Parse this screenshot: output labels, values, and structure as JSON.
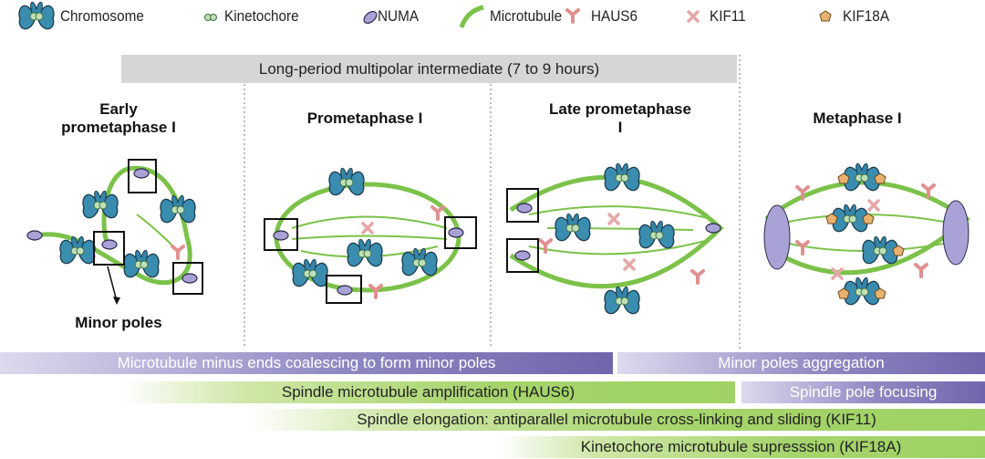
{
  "legend": [
    {
      "icon": "chromosome-icon",
      "label": "Chromosome"
    },
    {
      "icon": "kinetochore-icon",
      "label": "Kinetochore"
    },
    {
      "icon": "numa-icon",
      "label": "NUMA"
    },
    {
      "icon": "microtubule-icon",
      "label": "Microtubule"
    },
    {
      "icon": "haus6-icon",
      "label": "HAUS6"
    },
    {
      "icon": "kif11-icon",
      "label": "KIF11"
    },
    {
      "icon": "kif18a-icon",
      "label": "KIF18A"
    }
  ],
  "phase_bar": "Long-period multipolar intermediate (7 to 9 hours)",
  "stages": [
    "Early prometaphase I",
    "Prometaphase I",
    "Late prometaphase I",
    "Metaphase I"
  ],
  "annotation": "Minor poles",
  "process_bars": [
    "Microtubule minus ends coalescing to form minor poles",
    "Minor poles aggregation",
    "Spindle microtubule amplification  (HAUS6)",
    "Spindle pole focusing",
    "Spindle elongation: antiparallel microtubule cross-linking and sliding (KIF11)",
    "Kinetochore microtubule supresssion  (KIF18A)"
  ],
  "colors": {
    "chromosome": "#3b8db0",
    "kinetochore": "#bfe0b6",
    "numa": "#a9a2d6",
    "microtubule": "#7cc24a",
    "haus6": "#f0a8a8",
    "kif11": "#f3c2c2",
    "kif18a": "#e8b26e",
    "purple_bar": "#6f66ac",
    "green_bar": "#a6d46c"
  }
}
